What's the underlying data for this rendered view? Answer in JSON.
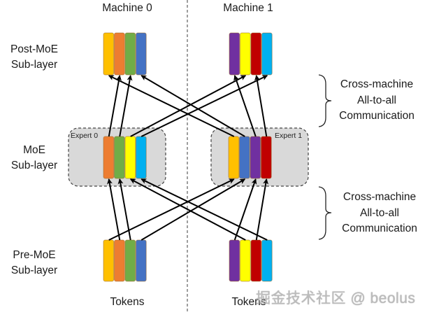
{
  "machines": [
    {
      "title": "Machine 0"
    },
    {
      "title": "Machine 1"
    }
  ],
  "row_labels": {
    "post_moe": [
      "Post-MoE",
      "Sub-layer"
    ],
    "moe": [
      "MoE",
      "Sub-layer"
    ],
    "pre_moe": [
      "Pre-MoE",
      "Sub-layer"
    ]
  },
  "communication_labels": [
    {
      "lines": [
        "Cross-machine",
        "All-to-all",
        "Communication"
      ]
    },
    {
      "lines": [
        "Cross-machine",
        "All-to-all",
        "Communication"
      ]
    }
  ],
  "experts": [
    {
      "label": "Expert 0"
    },
    {
      "label": "Expert 1"
    }
  ],
  "tokens_labels": [
    "Tokens",
    "Tokens"
  ],
  "watermark": "掘金技术社区 @ beolus",
  "colors": {
    "yellow_orange": "#FFC000",
    "orange": "#ED7D31",
    "green": "#70AD47",
    "blue": "#4472C4",
    "purple": "#7030A0",
    "yellow": "#FFFF00",
    "red": "#C00000",
    "cyan": "#00B0F0",
    "expert_box_fill": "#D9D9D9"
  },
  "token_groups": {
    "pre_moe_machine0": [
      "yellow_orange",
      "orange",
      "green",
      "blue"
    ],
    "pre_moe_machine1": [
      "purple",
      "yellow",
      "red",
      "cyan"
    ],
    "expert0": [
      "orange",
      "green",
      "yellow",
      "cyan"
    ],
    "expert1": [
      "yellow_orange",
      "blue",
      "purple",
      "red"
    ],
    "post_moe_machine0": [
      "yellow_orange",
      "orange",
      "green",
      "blue"
    ],
    "post_moe_machine1": [
      "purple",
      "yellow",
      "red",
      "cyan"
    ]
  }
}
